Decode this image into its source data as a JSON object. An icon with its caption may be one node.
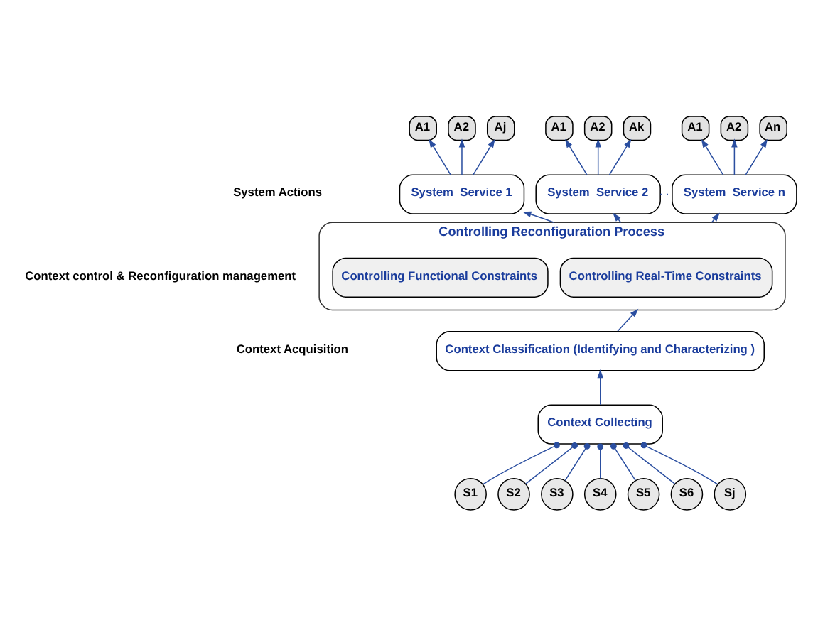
{
  "diagram": {
    "nodes": [
      {
        "text": [
          "System  Service 1"
        ]
      },
      {
        "text": [
          "System  Service 2"
        ]
      },
      {
        "text": [
          "System  Service n"
        ]
      },
      {
        "text": [
          "A1"
        ]
      },
      {
        "text": [
          "A2"
        ]
      },
      {
        "text": [
          "Aj"
        ]
      },
      {
        "text": [
          "A1"
        ]
      },
      {
        "text": [
          "A2"
        ]
      },
      {
        "text": [
          "Ak"
        ]
      },
      {
        "text": [
          "A1"
        ]
      },
      {
        "text": [
          "A2"
        ]
      },
      {
        "text": [
          "An"
        ]
      },
      {
        "text": [
          "Controlling Reconfiguration Process"
        ]
      },
      {
        "text": [
          "Controlling Real-Time Constraints"
        ],
        "in": 12
      },
      {
        "text": [
          "Controlling Functional Constraints"
        ],
        "in": 12
      },
      {
        "text": [
          "Context Classification (Identifying and Characterizing )"
        ]
      },
      {
        "text": [
          "Context Collecting"
        ]
      },
      {
        "text": [
          "S1"
        ]
      },
      {
        "text": [
          "S2"
        ]
      },
      {
        "text": [
          "S3"
        ]
      },
      {
        "text": [
          "S4"
        ]
      },
      {
        "text": [
          "S5"
        ]
      },
      {
        "text": [
          "S6"
        ]
      },
      {
        "text": [
          "Sj"
        ]
      }
    ],
    "edges": [
      {
        "from": 17,
        "to": 16,
        "arrow": "other"
      },
      {
        "from": 18,
        "to": 16,
        "arrow": "other"
      },
      {
        "from": 19,
        "to": 16,
        "arrow": "other"
      },
      {
        "from": 20,
        "to": 16,
        "arrow": "other"
      },
      {
        "from": 21,
        "to": 16,
        "arrow": "other"
      },
      {
        "from": 22,
        "to": 16,
        "arrow": "other"
      },
      {
        "from": 23,
        "to": 16,
        "arrow": "other"
      },
      {
        "from": 16,
        "to": 15,
        "arrow": "to"
      },
      {
        "from": 15,
        "to": 12,
        "arrow": "to"
      },
      {
        "from": 12,
        "to": 0,
        "arrow": "to"
      },
      {
        "from": 12,
        "to": 1,
        "arrow": "to"
      },
      {
        "from": 12,
        "to": 2,
        "arrow": "to"
      },
      {
        "from": 1,
        "to": 2,
        "arrow": "none",
        "style": "dashed"
      },
      {
        "from": 0,
        "to": 3,
        "arrow": "to"
      },
      {
        "from": 0,
        "to": 4,
        "arrow": "to"
      },
      {
        "from": 0,
        "to": 5,
        "arrow": "to"
      },
      {
        "from": 1,
        "to": 6,
        "arrow": "to"
      },
      {
        "from": 1,
        "to": 7,
        "arrow": "to"
      },
      {
        "from": 1,
        "to": 8,
        "arrow": "to"
      },
      {
        "from": 2,
        "to": 9,
        "arrow": "to"
      },
      {
        "from": 2,
        "to": 10,
        "arrow": "to"
      },
      {
        "from": 2,
        "to": 11,
        "arrow": "to"
      }
    ],
    "labels": [
      "System Actions",
      "Context control & Reconfiguration management",
      "Context Acquisition"
    ]
  }
}
